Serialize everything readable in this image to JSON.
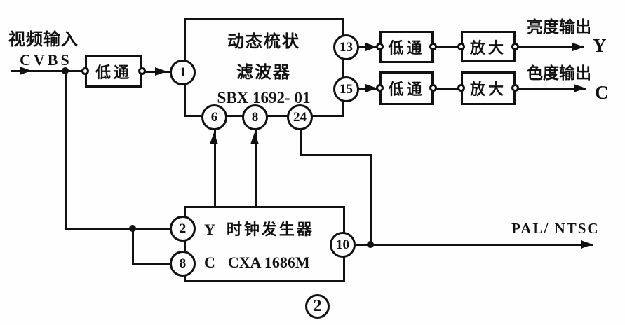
{
  "labels": {
    "video_input": "视频输入",
    "cvbs": "CVBS",
    "luma_output": "亮度输出",
    "luma_signal": "Y",
    "chroma_output": "色度输出",
    "chroma_signal": "C",
    "mode_output": "PAL/ NTSC",
    "figure_number": "2"
  },
  "blocks": {
    "lowpass_label": "低通",
    "amp_label": "放大",
    "comb_filter": {
      "name_line1": "动态梳状",
      "name_line2": "滤波器",
      "part": "SBX 1692- 01"
    },
    "clock_gen": {
      "row1_signal": "Y",
      "name": "时钟发生器",
      "row2_signal": "C",
      "part": "CXA 1686M"
    }
  },
  "pins": {
    "filter_in": "1",
    "filter_luma_out": "13",
    "filter_chroma_out": "15",
    "filter_bottom1": "6",
    "filter_bottom2": "8",
    "filter_bottom3": "24",
    "clock_y_in": "2",
    "clock_c_in": "8",
    "clock_mode_out": "10"
  },
  "colors": {
    "ink": "#111111",
    "paper": "#fefefe"
  }
}
